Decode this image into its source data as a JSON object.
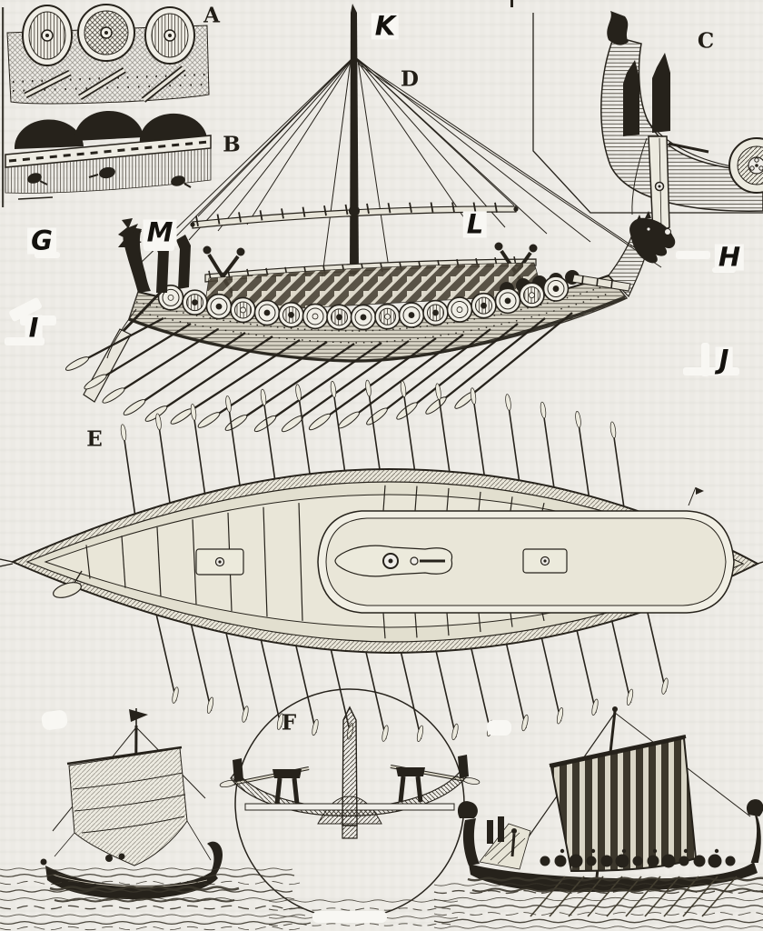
{
  "page": {
    "kind": "scanned book plate engraving",
    "subject": "Viking longship: side view, deck plan, hull details and ships under sail",
    "paper_color": "#efede8",
    "ink_color": "#26221b"
  },
  "labels": {
    "printed": {
      "a": "A",
      "b": "B",
      "c": "C",
      "d": "D",
      "e": "E",
      "f": "F"
    },
    "annotated": {
      "g": "G",
      "h": "H",
      "i": "I",
      "j": "J",
      "k": "K",
      "l": "L",
      "m": "M"
    }
  },
  "figures": {
    "panel_a": "shields-hung-on-gunwale-outside-view",
    "panel_b": "shield-rack-seen-from-inside",
    "panel_c": "stern-with-side-rudder-detail",
    "main_ship": "longship-side-view-with-mast-rigging-oars",
    "plan_view": "deck-plan-with-oars",
    "cross_section": "hull-cross-section-with-mast-step",
    "small_boat": "small-sailing-boat-on-water",
    "sailing_longship": "longship-under-striped-sail"
  }
}
